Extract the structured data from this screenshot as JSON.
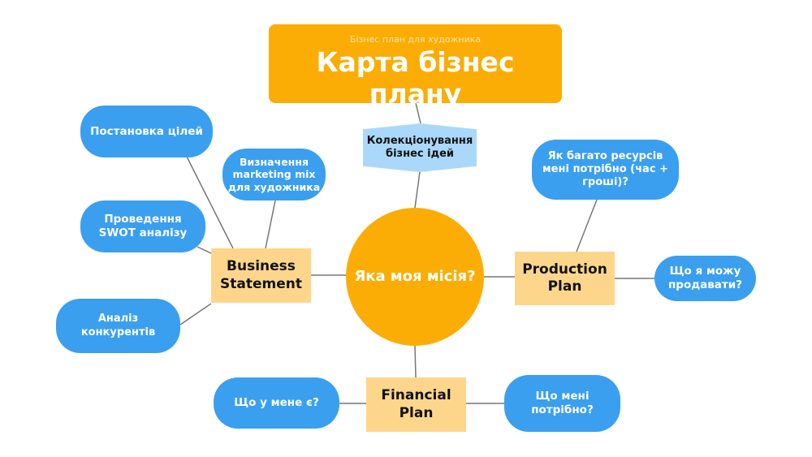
{
  "title": {
    "subtitle": "Бізнес план для художника",
    "main": "Карта бізнес плану"
  },
  "idea": "Колекціонування бізнес ідей",
  "center": "Яка моя місія?",
  "sections": {
    "business": "Business Statement",
    "production": "Production Plan",
    "financial": "Financial Plan"
  },
  "business_items": [
    "Постановка цілей",
    "Визначення marketing mix для художника",
    "Проведення SWOT аналізу",
    "Аналіз конкурентів"
  ],
  "production_items": [
    "Як багато ресурсів мені потрібно (час + гроші)?",
    "Що я можу продавати?"
  ],
  "financial_items": [
    "Що у мене є?",
    "Що мені потрібно?"
  ],
  "colors": {
    "orange": "#FBAD05",
    "blue": "#3A9FEF",
    "light_blue": "#A9D8FB",
    "beige": "#FDD68C"
  }
}
